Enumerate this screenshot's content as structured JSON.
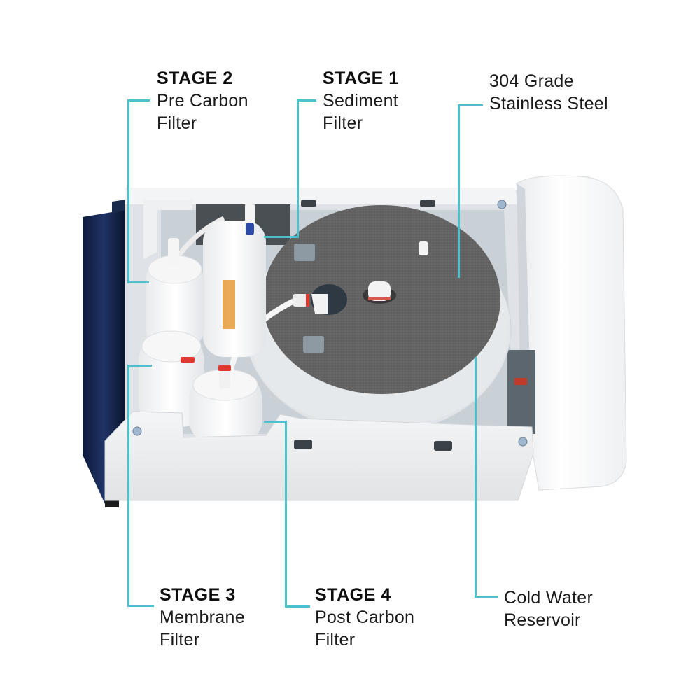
{
  "diagram": {
    "subject": "Water dispenser with top cover removed showing filtration components",
    "accent_color": "#4cc0cc",
    "labels": [
      {
        "id": "stage2",
        "title": "STAGE 2",
        "lines": [
          "Pre Carbon",
          "Filter"
        ]
      },
      {
        "id": "stage1",
        "title": "STAGE 1",
        "lines": [
          "Sediment",
          "Filter"
        ]
      },
      {
        "id": "steel",
        "title": "",
        "lines": [
          "304 Grade",
          "Stainless Steel"
        ]
      },
      {
        "id": "stage3",
        "title": "STAGE 3",
        "lines": [
          "Membrane",
          "Filter"
        ]
      },
      {
        "id": "stage4",
        "title": "STAGE 4",
        "lines": [
          "Post Carbon",
          "Filter"
        ]
      },
      {
        "id": "reservoir",
        "title": "",
        "lines": [
          "Cold Water",
          "Reservoir"
        ]
      }
    ]
  }
}
